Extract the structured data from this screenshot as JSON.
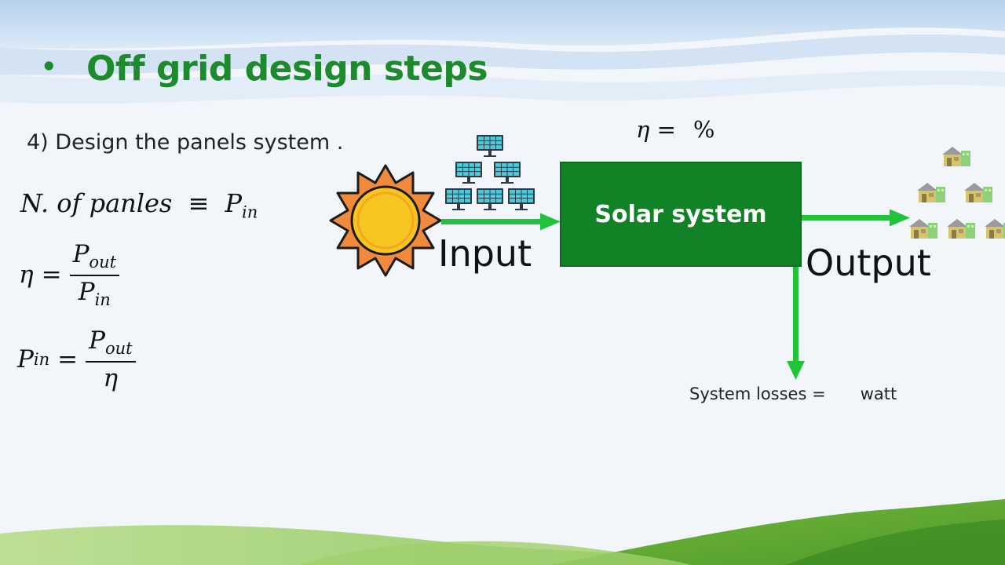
{
  "slide": {
    "bullet": "•",
    "title": "Off grid design steps",
    "step": "4) Design the panels system  ."
  },
  "formulas": {
    "panels": {
      "lhs": "N. of panles",
      "op": "≡",
      "rhs": "P",
      "rhs_sub": "in"
    },
    "efficiency": {
      "lhs": "η",
      "op": "=",
      "num": "P",
      "num_sub": "out",
      "den": "P",
      "den_sub": "in"
    },
    "input_power": {
      "lhs": "P",
      "lhs_sub": "in",
      "op": "=",
      "num": "P",
      "num_sub": "out",
      "den": "η"
    }
  },
  "diagram": {
    "eta_symbol": "η =",
    "eta_unit": "%",
    "box_label": "Solar system",
    "input_label": "Input",
    "output_label": "Output",
    "losses_label": "System losses =",
    "losses_unit": "watt"
  },
  "colors": {
    "title_green": "#1e8a2e",
    "box_green": "#118225",
    "arrow_green": "#22c33a",
    "sun_orange": "#f08a3c",
    "sun_yellow": "#f7c520"
  },
  "icons": [
    "sun-icon",
    "solar-panel-icon",
    "house-icon"
  ]
}
